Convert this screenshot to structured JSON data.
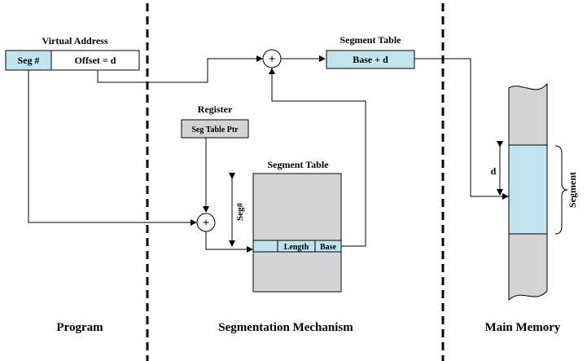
{
  "virtual_address": {
    "title": "Virtual Address",
    "seg_field": "Seg #",
    "offset_field": "Offset = d"
  },
  "segment_table_top": {
    "title": "Segment Table",
    "entry": "Base + d"
  },
  "register": {
    "title": "Register",
    "label": "Seg Table Ptr"
  },
  "segment_table_main": {
    "title": "Segment Table",
    "length_col": "Length",
    "base_col": "Base",
    "index_label": "Seg#"
  },
  "adders": {
    "top": "+",
    "bottom": "+"
  },
  "main_memory": {
    "offset_label": "d",
    "segment_label": "Segment"
  },
  "regions": {
    "program": "Program",
    "mechanism": "Segmentation Mechanism",
    "memory": "Main Memory"
  },
  "colors": {
    "highlight": "#bfe4ee",
    "register_fill": "#d4d4d4",
    "table_fill": "#d4d4d4",
    "memory_fill": "#d4d4d4"
  }
}
